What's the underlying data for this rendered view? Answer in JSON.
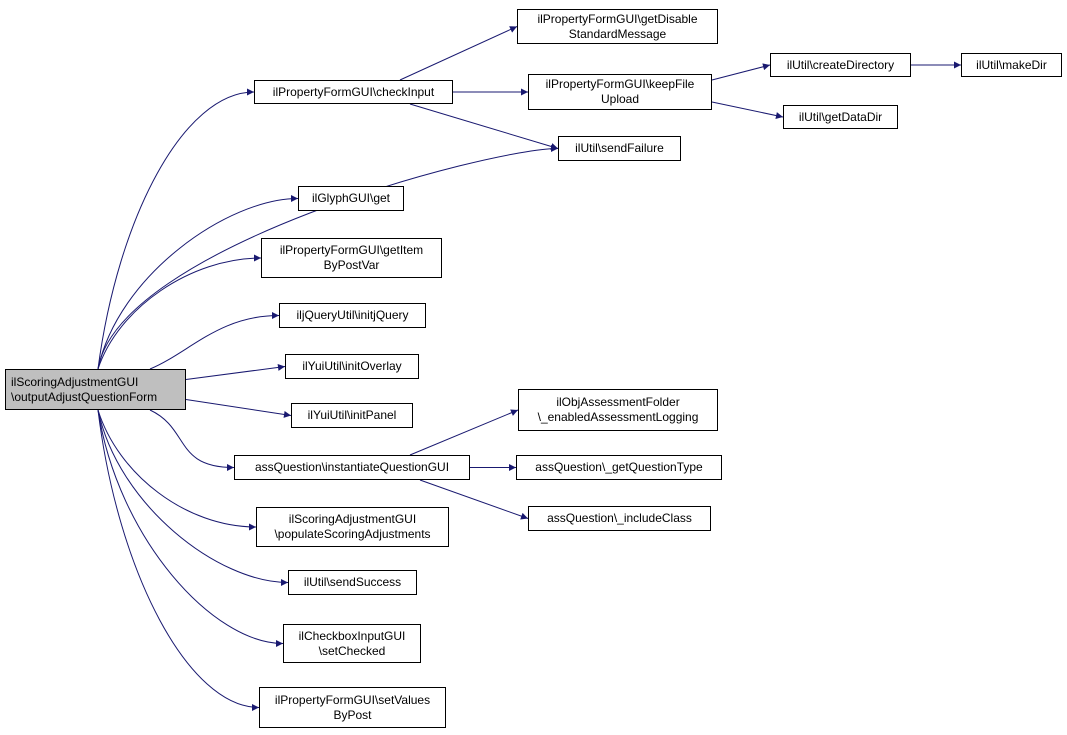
{
  "diagram": {
    "colors": {
      "edge": "#191970",
      "node_border": "#000000",
      "root_fill": "#bfbfbf",
      "node_fill": "#ffffff"
    },
    "nodes": [
      {
        "id": "root",
        "lines": [
          "ilScoringAdjustmentGUI",
          "\\outputAdjustQuestionForm"
        ],
        "root": true
      },
      {
        "id": "checkInput",
        "lines": [
          "ilPropertyFormGUI\\checkInput"
        ]
      },
      {
        "id": "getDisable",
        "lines": [
          "ilPropertyFormGUI\\getDisable",
          "StandardMessage"
        ]
      },
      {
        "id": "keepFile",
        "lines": [
          "ilPropertyFormGUI\\keepFile",
          "Upload"
        ]
      },
      {
        "id": "createDirectory",
        "lines": [
          "ilUtil\\createDirectory"
        ]
      },
      {
        "id": "makeDir",
        "lines": [
          "ilUtil\\makeDir"
        ]
      },
      {
        "id": "getDataDir",
        "lines": [
          "ilUtil\\getDataDir"
        ]
      },
      {
        "id": "sendFailure",
        "lines": [
          "ilUtil\\sendFailure"
        ]
      },
      {
        "id": "glyphGet",
        "lines": [
          "ilGlyphGUI\\get"
        ]
      },
      {
        "id": "getItem",
        "lines": [
          "ilPropertyFormGUI\\getItem",
          "ByPostVar"
        ]
      },
      {
        "id": "initjQuery",
        "lines": [
          "iljQueryUtil\\initjQuery"
        ]
      },
      {
        "id": "initOverlay",
        "lines": [
          "ilYuiUtil\\initOverlay"
        ]
      },
      {
        "id": "initPanel",
        "lines": [
          "ilYuiUtil\\initPanel"
        ]
      },
      {
        "id": "instantiate",
        "lines": [
          "assQuestion\\instantiateQuestionGUI"
        ]
      },
      {
        "id": "enabledLogging",
        "lines": [
          "ilObjAssessmentFolder",
          "\\_enabledAssessmentLogging"
        ]
      },
      {
        "id": "getQuestionType",
        "lines": [
          "assQuestion\\_getQuestionType"
        ]
      },
      {
        "id": "includeClass",
        "lines": [
          "assQuestion\\_includeClass"
        ]
      },
      {
        "id": "populate",
        "lines": [
          "ilScoringAdjustmentGUI",
          "\\populateScoringAdjustments"
        ]
      },
      {
        "id": "sendSuccess",
        "lines": [
          "ilUtil\\sendSuccess"
        ]
      },
      {
        "id": "setChecked",
        "lines": [
          "ilCheckboxInputGUI",
          "\\setChecked"
        ]
      },
      {
        "id": "setValues",
        "lines": [
          "ilPropertyFormGUI\\setValues",
          "ByPost"
        ]
      }
    ],
    "edges": [
      [
        "root",
        "checkInput"
      ],
      [
        "root",
        "sendFailure"
      ],
      [
        "root",
        "glyphGet"
      ],
      [
        "root",
        "getItem"
      ],
      [
        "root",
        "initjQuery"
      ],
      [
        "root",
        "initOverlay"
      ],
      [
        "root",
        "initPanel"
      ],
      [
        "root",
        "instantiate"
      ],
      [
        "root",
        "populate"
      ],
      [
        "root",
        "sendSuccess"
      ],
      [
        "root",
        "setChecked"
      ],
      [
        "root",
        "setValues"
      ],
      [
        "checkInput",
        "getDisable"
      ],
      [
        "checkInput",
        "keepFile"
      ],
      [
        "checkInput",
        "sendFailure"
      ],
      [
        "keepFile",
        "createDirectory"
      ],
      [
        "keepFile",
        "getDataDir"
      ],
      [
        "createDirectory",
        "makeDir"
      ],
      [
        "instantiate",
        "enabledLogging"
      ],
      [
        "instantiate",
        "getQuestionType"
      ],
      [
        "instantiate",
        "includeClass"
      ]
    ]
  }
}
